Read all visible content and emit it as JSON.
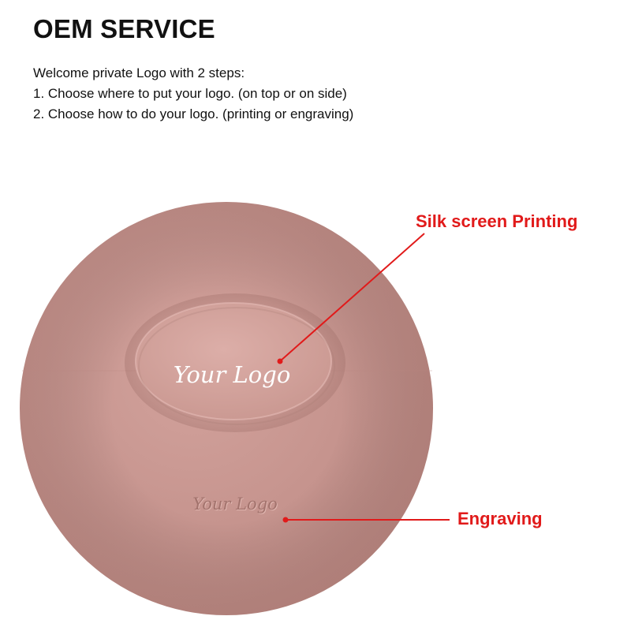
{
  "header": {
    "title": "OEM SERVICE"
  },
  "intro": {
    "lines": [
      "Welcome private Logo with 2 steps:",
      "1. Choose where to put your logo. (on top or on side)",
      "2. Choose how to do your logo. (printing or engraving)"
    ]
  },
  "product": {
    "top_logo_text": "Your Logo",
    "side_logo_text": "Your Logo",
    "color": "#c99690"
  },
  "callouts": {
    "silk_label": "Silk screen Printing",
    "engrave_label": "Engraving",
    "color": "#e11a1a"
  }
}
